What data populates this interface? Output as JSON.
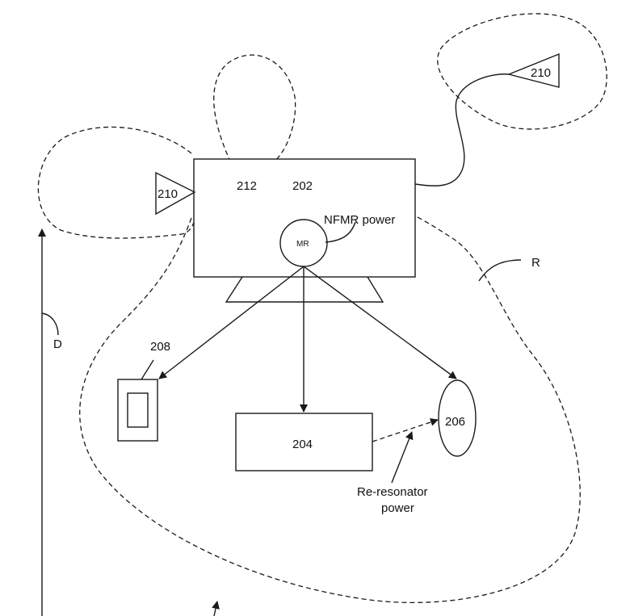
{
  "labels": {
    "device_202": "202",
    "device_204": "204",
    "device_206": "206",
    "device_208": "208",
    "antenna_left": "210",
    "antenna_right": "210",
    "region_212": "212",
    "mr": "MR",
    "nfmr_power": "NFMR power",
    "re_resonator_line1": "Re-resonator",
    "re_resonator_line2": "power",
    "range_r": "R",
    "distance_d": "D"
  }
}
